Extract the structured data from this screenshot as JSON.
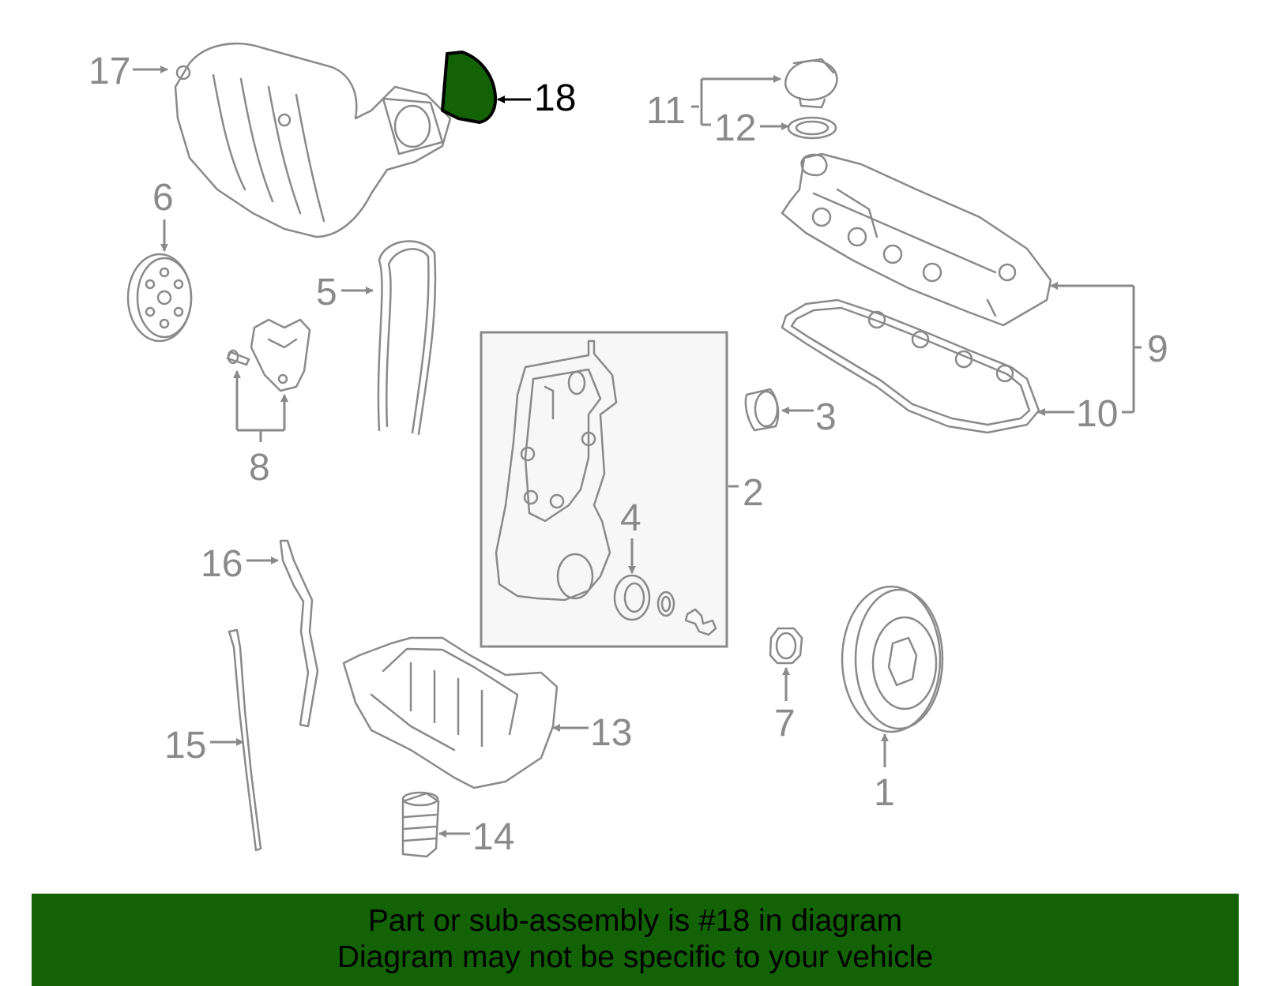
{
  "colors": {
    "highlight": "#136306",
    "line": "#8a8a8a",
    "banner_bg": "#136306",
    "inset_bg": "#f7f7f7"
  },
  "highlighted_part": "18",
  "callouts": [
    "1",
    "2",
    "3",
    "4",
    "5",
    "6",
    "7",
    "8",
    "9",
    "10",
    "11",
    "12",
    "13",
    "14",
    "15",
    "16",
    "17",
    "18"
  ],
  "banner": {
    "line1": "Part or sub-assembly is #18 in diagram",
    "line2": "Diagram may not be specific to your vehicle"
  }
}
